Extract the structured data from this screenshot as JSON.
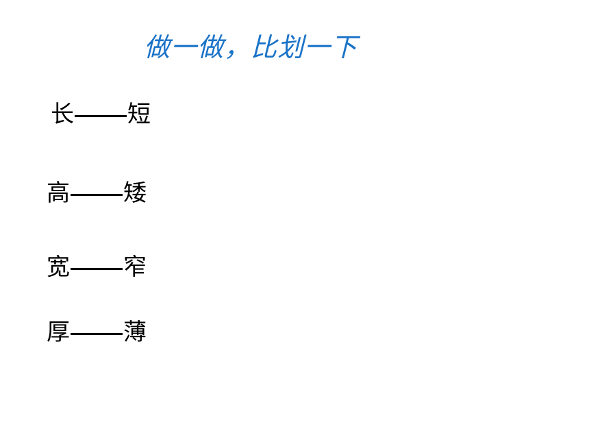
{
  "title": "做一做，比划一下",
  "pairs": [
    {
      "left": "长",
      "right": "短"
    },
    {
      "left": "高",
      "right": "矮"
    },
    {
      "left": "宽",
      "right": "窄"
    },
    {
      "left": "厚",
      "right": "薄"
    }
  ],
  "colors": {
    "title": "#1a73c8",
    "text": "#000000",
    "background": "#ffffff"
  }
}
